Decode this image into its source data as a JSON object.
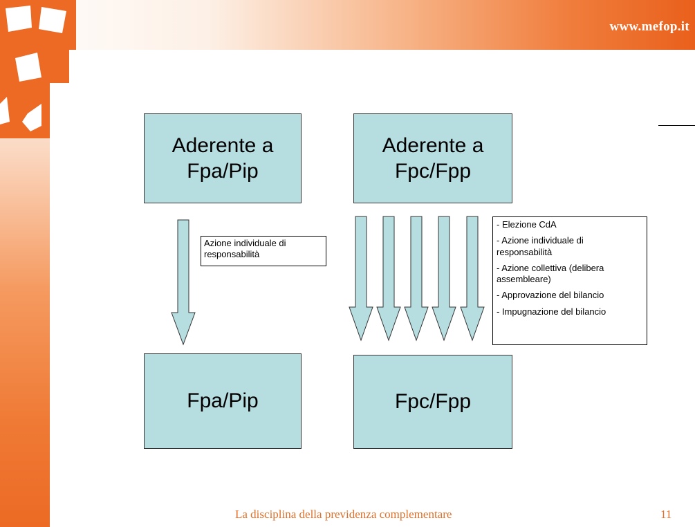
{
  "header": {
    "url": "www.mefop.it"
  },
  "boxes": {
    "top_left": "Aderente a\nFpa/Pip",
    "top_right": "Aderente a\nFpc/Fpp",
    "bottom_left": "Fpa/Pip",
    "bottom_right": "Fpc/Fpp"
  },
  "notes": {
    "left": "Azione individuale di responsabilità",
    "right_items": [
      "- Elezione CdA",
      "-  Azione individuale di\n  responsabilità",
      "-  Azione collettiva (delibera\n  assembleare)",
      "- Approvazione del bilancio",
      "- Impugnazione del bilancio"
    ]
  },
  "footer": {
    "title": "La disciplina della previdenza complementare",
    "page": "11"
  },
  "colors": {
    "box_fill": "#b6dde0",
    "accent": "#f07d3c",
    "footer_text": "#e07028"
  }
}
